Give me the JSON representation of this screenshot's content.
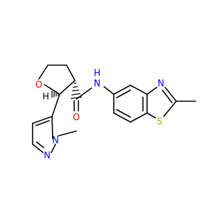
{
  "molecule": {
    "colors": {
      "bond": "#000000",
      "oxygen": "#ff0000",
      "nitrogen": "#0000ff",
      "sulfur": "#b8a000",
      "carbon_label": "#000000"
    },
    "atom_labels": {
      "o_ring": "O",
      "h_stereo": "H",
      "n_amide": "N",
      "h_amide": "H",
      "o_carbonyl": "O",
      "n_thiazole": "N",
      "s_thiazole": "S",
      "n_pyrazole_1": "N",
      "n_pyrazole_2": "N"
    }
  }
}
